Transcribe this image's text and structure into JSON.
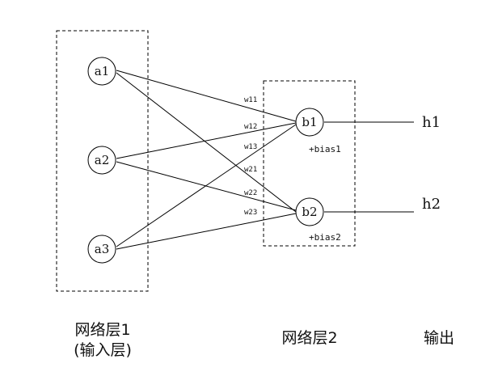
{
  "nodes": {
    "a1": "a1",
    "a2": "a2",
    "a3": "a3",
    "b1": "b1",
    "b2": "b2"
  },
  "weights": {
    "w11": "w11",
    "w12": "w12",
    "w13": "w13",
    "w21": "w21",
    "w22": "w22",
    "w23": "w23"
  },
  "biases": {
    "bias1": "+bias1",
    "bias2": "+bias2"
  },
  "outputs": {
    "h1": "h1",
    "h2": "h2"
  },
  "captions": {
    "layer1_line1": "网络层1",
    "layer1_line2": "(输入层)",
    "layer2": "网络层2",
    "output": "输出"
  }
}
